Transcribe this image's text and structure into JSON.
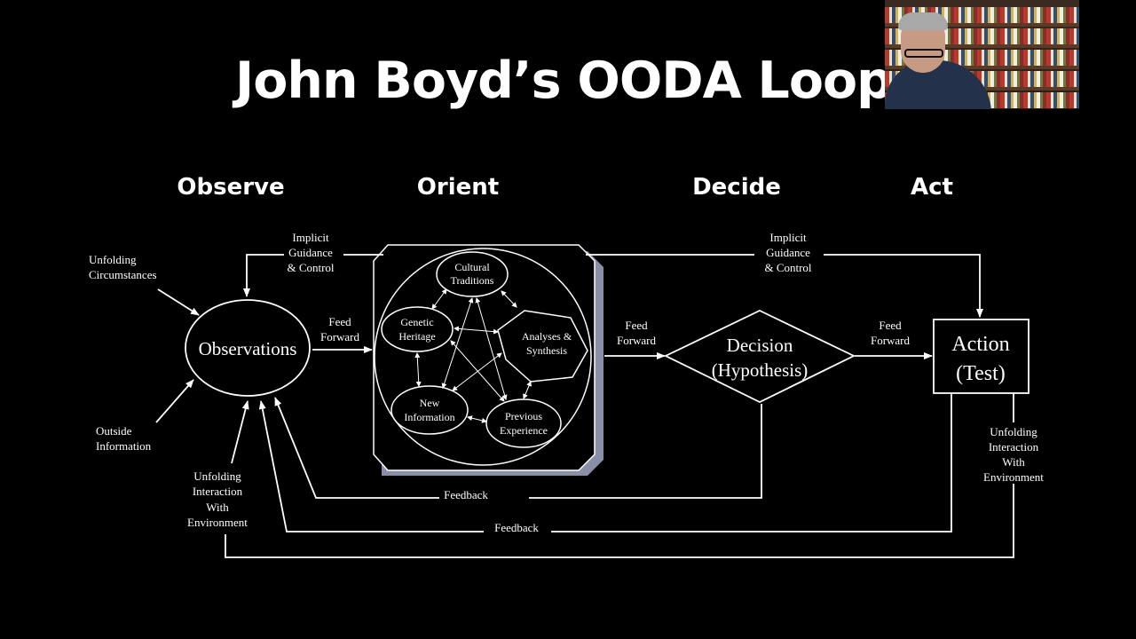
{
  "title": "John Boyd’s OODA Loop",
  "phases": {
    "observe": "Observe",
    "orient": "Orient",
    "decide": "Decide",
    "act": "Act"
  },
  "nodes": {
    "observations": "Observations",
    "decision_line1": "Decision",
    "decision_line2": "(Hypothesis)",
    "action_line1": "Action",
    "action_line2": "(Test)",
    "cultural_line1": "Cultural",
    "cultural_line2": "Traditions",
    "genetic_line1": "Genetic",
    "genetic_line2": "Heritage",
    "analyses_line1": "Analyses &",
    "analyses_line2": "Synthesis",
    "newinfo_line1": "New",
    "newinfo_line2": "Information",
    "previous_line1": "Previous",
    "previous_line2": "Experience"
  },
  "labels": {
    "unfolding_circumstances_line1": "Unfolding",
    "unfolding_circumstances_line2": "Circumstances",
    "outside_information_line1": "Outside",
    "outside_information_line2": "Information",
    "implicit_left_line1": "Implicit",
    "implicit_left_line2": "Guidance",
    "implicit_left_line3": "& Control",
    "implicit_right_line1": "Implicit",
    "implicit_right_line2": "Guidance",
    "implicit_right_line3": "& Control",
    "feedforward1_line1": "Feed",
    "feedforward1_line2": "Forward",
    "feedforward2_line1": "Feed",
    "feedforward2_line2": "Forward",
    "feedforward3_line1": "Feed",
    "feedforward3_line2": "Forward",
    "unfolding_interaction_left_line1": "Unfolding",
    "unfolding_interaction_left_line2": "Interaction",
    "unfolding_interaction_left_line3": "With",
    "unfolding_interaction_left_line4": "Environment",
    "unfolding_interaction_right_line1": "Unfolding",
    "unfolding_interaction_right_line2": "Interaction",
    "unfolding_interaction_right_line3": "With",
    "unfolding_interaction_right_line4": "Environment",
    "feedback1": "Feedback",
    "feedback2": "Feedback"
  },
  "colors": {
    "background": "#000000",
    "foreground": "#ffffff",
    "orient_shadow": "#8a8fa8"
  }
}
